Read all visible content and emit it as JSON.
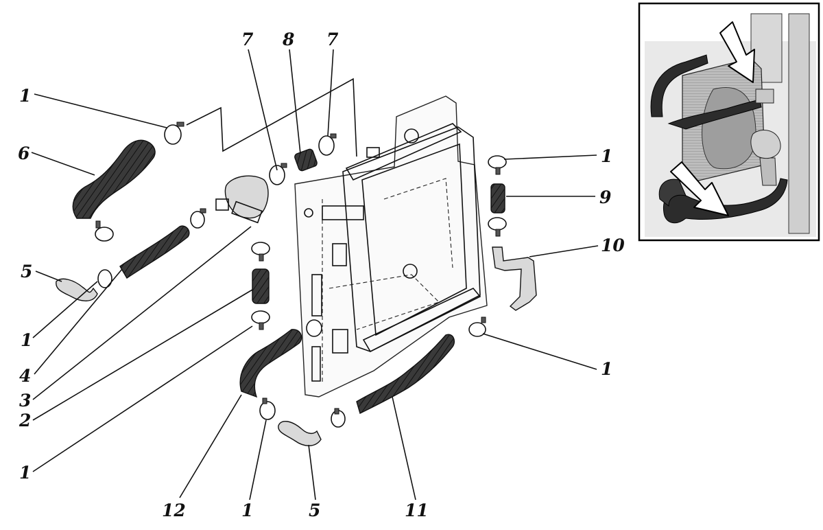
{
  "callouts": {
    "c1_top_left": "1",
    "c6": "6",
    "c5_left": "5",
    "c1_mid_left": "1",
    "c4": "4",
    "c3": "3",
    "c2": "2",
    "c1_bottom_left": "1",
    "c7_a": "7",
    "c8": "8",
    "c7_b": "7",
    "c1_right_top": "1",
    "c9": "9",
    "c10": "10",
    "c1_right_mid": "1",
    "c12": "12",
    "c1_bottom": "1",
    "c5_bottom": "5",
    "c11": "11"
  },
  "icons": {
    "arrow_fill": "#ffffff",
    "hose_color": "#3a3a3a"
  }
}
